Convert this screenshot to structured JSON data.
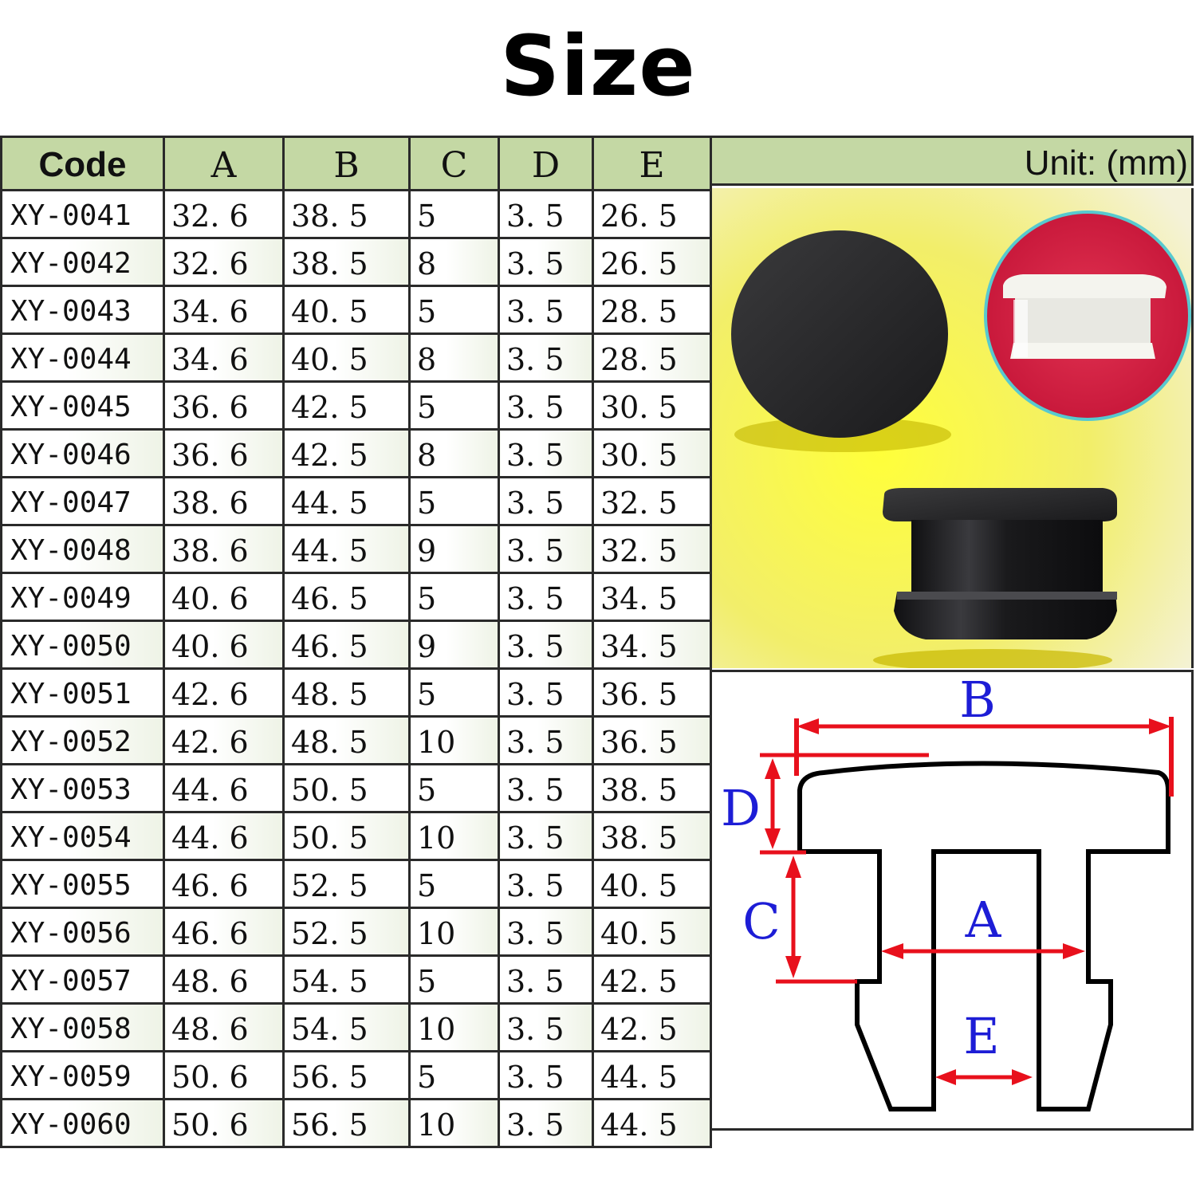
{
  "title": "Size",
  "unit_label": "Unit: (mm)",
  "table": {
    "headers": [
      "Code",
      "A",
      "B",
      "C",
      "D",
      "E"
    ],
    "rows": [
      [
        "XY-0041",
        "32. 6",
        "38. 5",
        "5",
        "3. 5",
        "26. 5"
      ],
      [
        "XY-0042",
        "32. 6",
        "38. 5",
        "8",
        "3. 5",
        "26. 5"
      ],
      [
        "XY-0043",
        "34. 6",
        "40. 5",
        "5",
        "3. 5",
        "28. 5"
      ],
      [
        "XY-0044",
        "34. 6",
        "40. 5",
        "8",
        "3. 5",
        "28. 5"
      ],
      [
        "XY-0045",
        "36. 6",
        "42. 5",
        "5",
        "3. 5",
        "30. 5"
      ],
      [
        "XY-0046",
        "36. 6",
        "42. 5",
        "8",
        "3. 5",
        "30. 5"
      ],
      [
        "XY-0047",
        "38. 6",
        "44. 5",
        "5",
        "3. 5",
        "32. 5"
      ],
      [
        "XY-0048",
        "38. 6",
        "44. 5",
        "9",
        "3. 5",
        "32. 5"
      ],
      [
        "XY-0049",
        "40. 6",
        "46. 5",
        "5",
        "3. 5",
        "34. 5"
      ],
      [
        "XY-0050",
        "40. 6",
        "46. 5",
        "9",
        "3. 5",
        "34. 5"
      ],
      [
        "XY-0051",
        "42. 6",
        "48. 5",
        "5",
        "3. 5",
        "36. 5"
      ],
      [
        "XY-0052",
        "42. 6",
        "48. 5",
        "10",
        "3. 5",
        "36. 5"
      ],
      [
        "XY-0053",
        "44. 6",
        "50. 5",
        "5",
        "3. 5",
        "38. 5"
      ],
      [
        "XY-0054",
        "44. 6",
        "50. 5",
        "10",
        "3. 5",
        "38. 5"
      ],
      [
        "XY-0055",
        "46. 6",
        "52. 5",
        "5",
        "3. 5",
        "40. 5"
      ],
      [
        "XY-0056",
        "46. 6",
        "52. 5",
        "10",
        "3. 5",
        "40. 5"
      ],
      [
        "XY-0057",
        "48. 6",
        "54. 5",
        "5",
        "3. 5",
        "42. 5"
      ],
      [
        "XY-0058",
        "48. 6",
        "54. 5",
        "10",
        "3. 5",
        "42. 5"
      ],
      [
        "XY-0059",
        "50. 6",
        "56. 5",
        "5",
        "3. 5",
        "44. 5"
      ],
      [
        "XY-0060",
        "50. 6",
        "56. 5",
        "10",
        "3. 5",
        "44. 5"
      ]
    ]
  },
  "diagram": {
    "labels": {
      "a": "A",
      "b": "B",
      "c": "C",
      "d": "D",
      "e": "E"
    }
  },
  "colors": {
    "header_bg": "#c4d8a4",
    "dimension_line": "#e8101c",
    "dimension_text": "#1d1dd6"
  }
}
